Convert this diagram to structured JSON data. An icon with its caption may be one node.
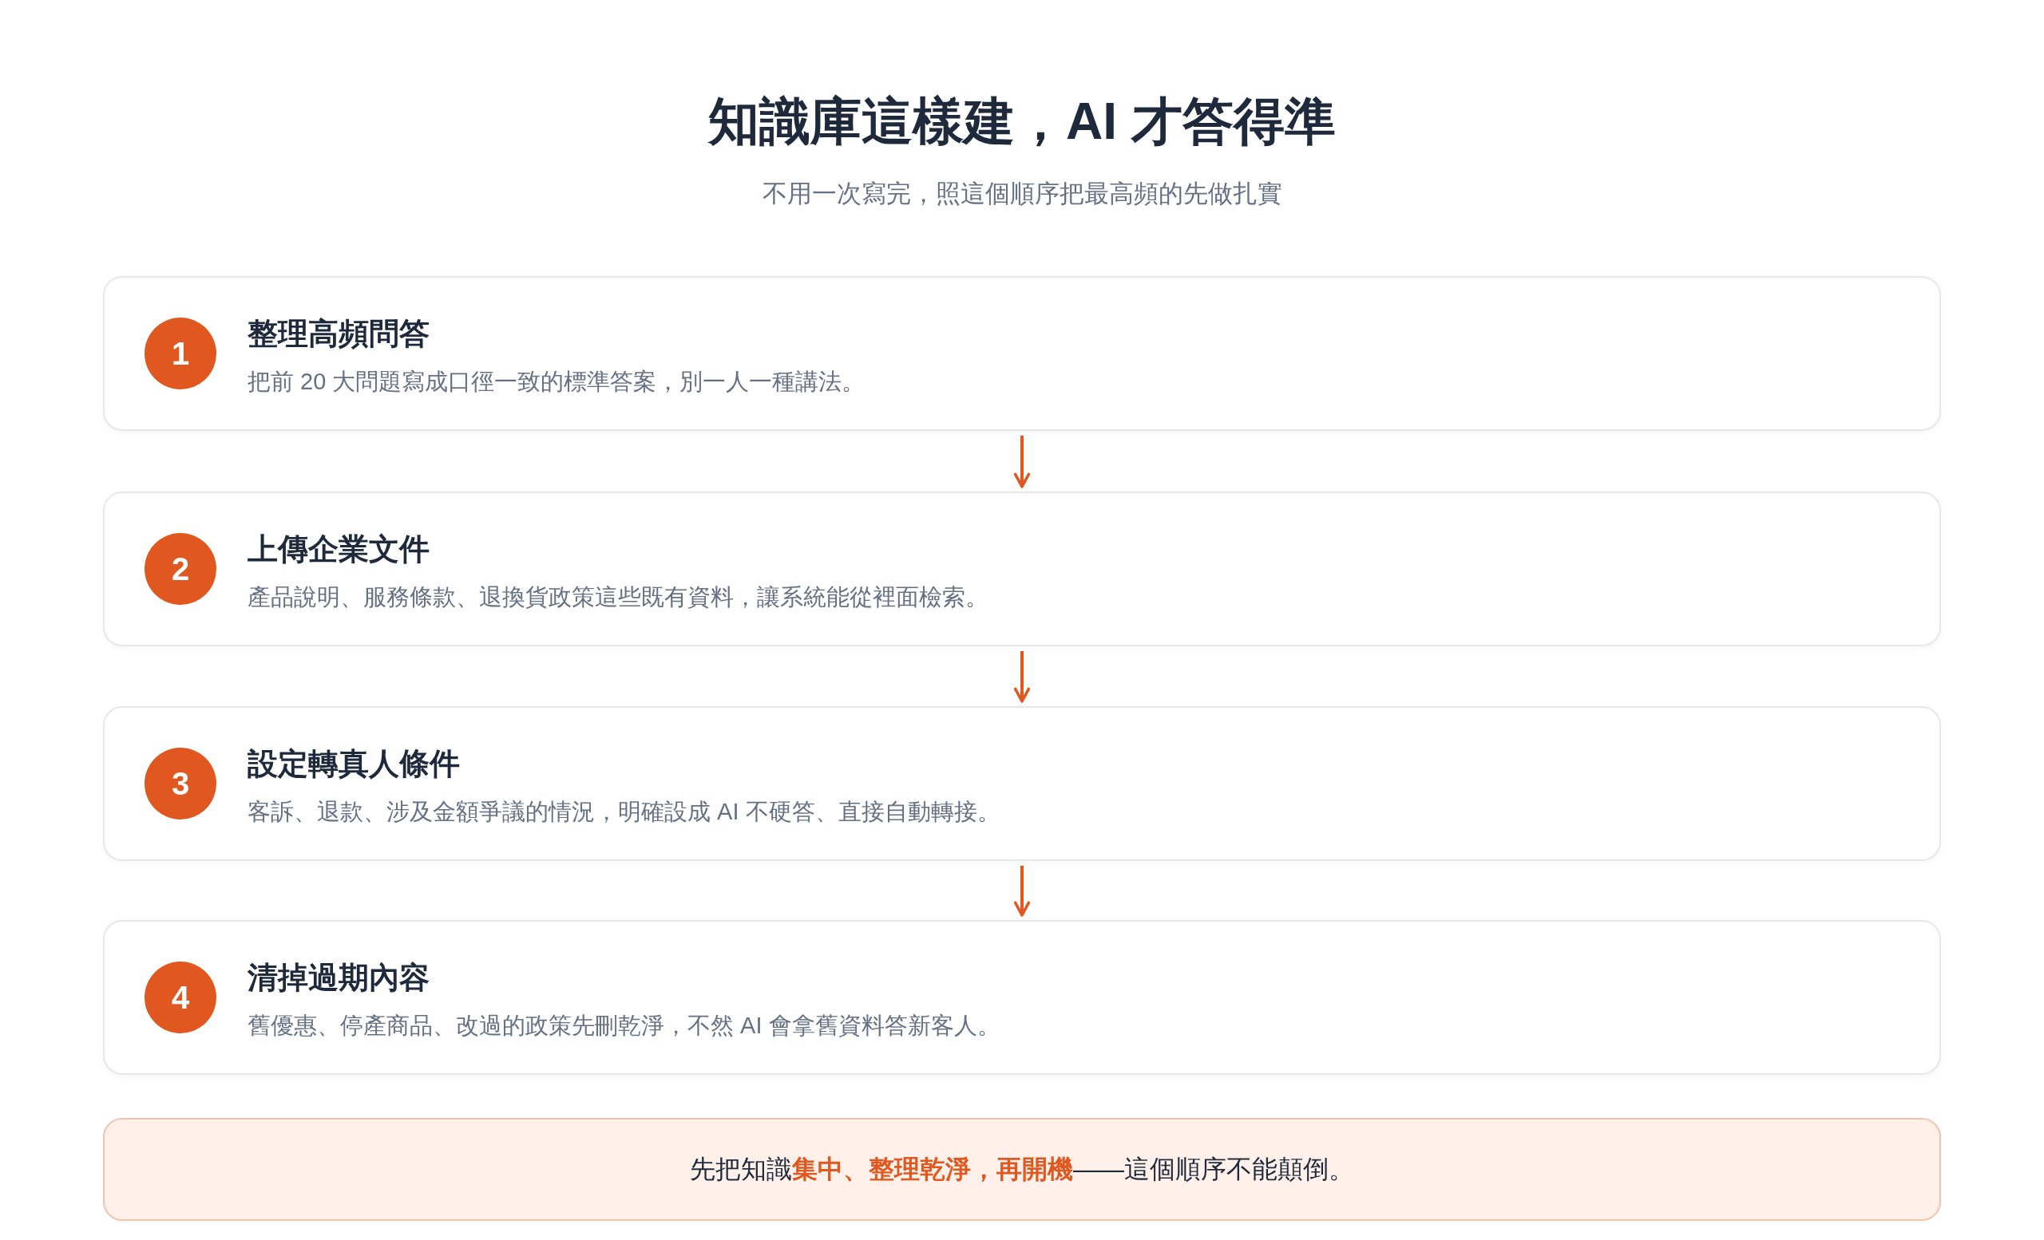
{
  "diagram": {
    "title": "知識庫這樣建，AI 才答得準",
    "nodes": [
      {
        "text": [
          "整理高頻問答",
          "把前 20 大問題寫成口徑一致的標準答案，別一人一種講法。"
        ]
      },
      {
        "text": [
          "1"
        ],
        "in": 0
      },
      {
        "text": [
          "上傳企業文件",
          "產品說明、服務條款、退換貨政策這些既有資料，讓系統能從裡面檢索。"
        ]
      },
      {
        "text": [
          "2"
        ],
        "in": 2
      },
      {
        "text": [
          "設定轉真人條件",
          "客訴、退款、涉及金額爭議的情況，明確設成 AI 不硬答、直接自動轉接。"
        ]
      },
      {
        "text": [
          "3"
        ],
        "in": 4
      },
      {
        "text": [
          "清掉過期內容",
          "舊優惠、停產商品、改過的政策先刪乾淨，不然 AI 會拿舊資料答新客人。"
        ]
      },
      {
        "text": [
          "4"
        ],
        "in": 6
      },
      {
        "text": [
          "先把知識**集中、整理乾淨，再開機**——這個順序不能顛倒。"
        ]
      }
    ],
    "edges": [
      {
        "from": 0,
        "to": 2,
        "arrow": "to"
      },
      {
        "from": 2,
        "to": 4,
        "arrow": "to"
      },
      {
        "from": 4,
        "to": 6,
        "arrow": "to"
      }
    ],
    "labels": [
      "不用一次寫完，照這個順序把最高頻的先做扎實"
    ]
  }
}
